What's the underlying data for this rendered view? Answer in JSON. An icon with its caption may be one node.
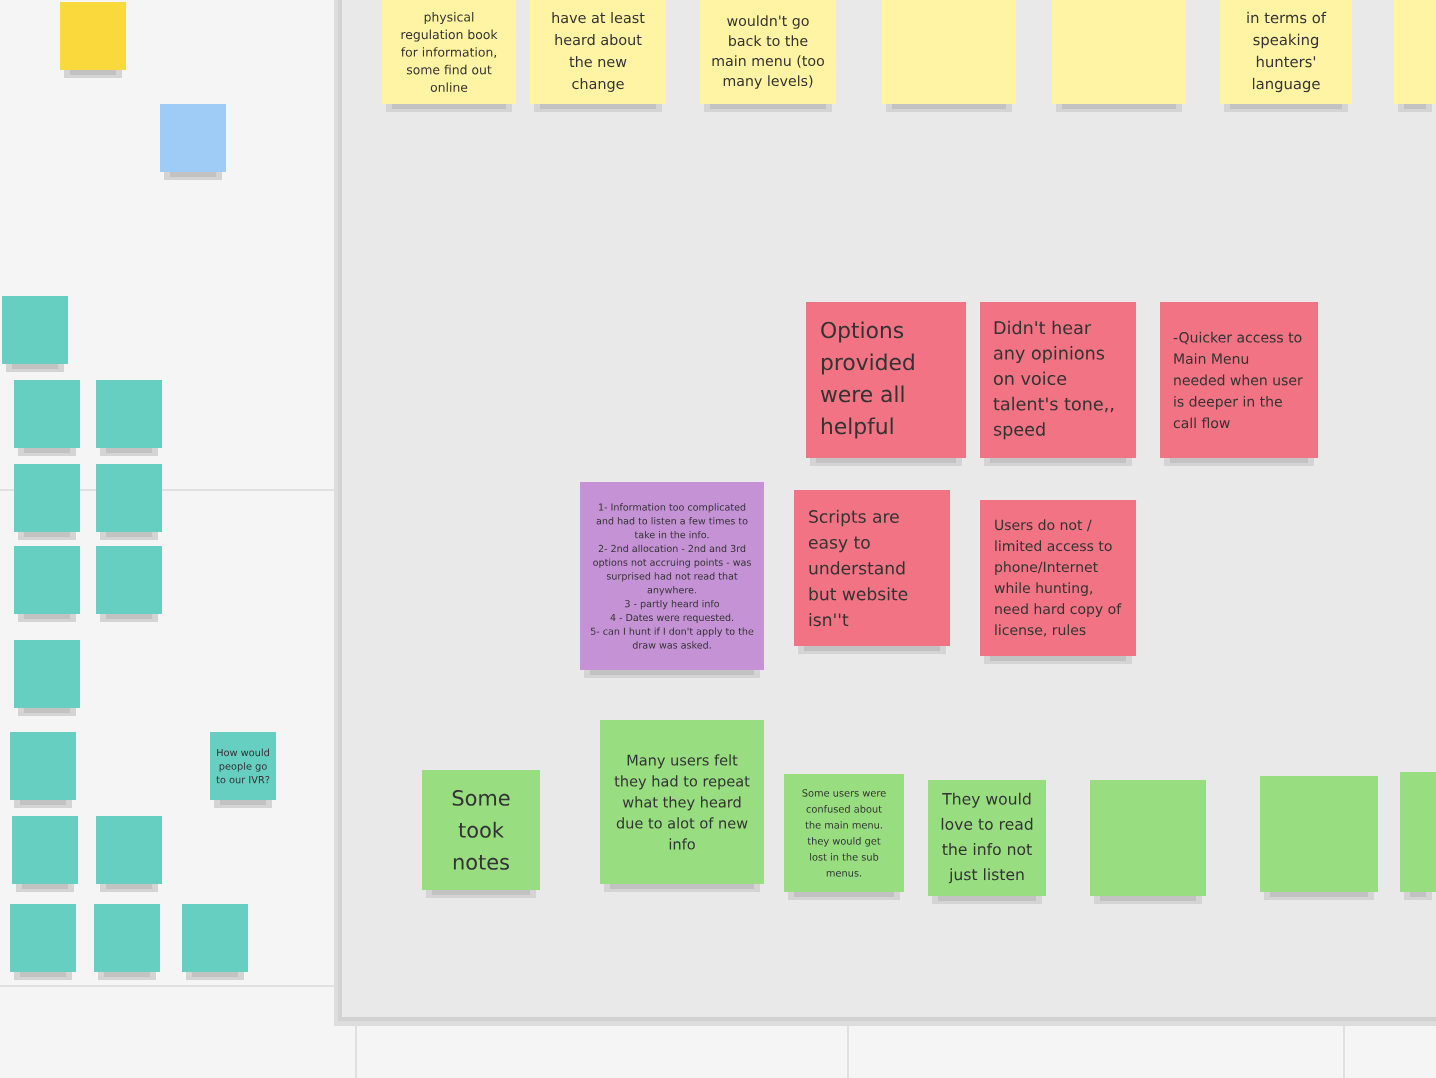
{
  "diagram": {
    "nodes": [
      {
        "text": [],
        "shape": "box"
      },
      {
        "text": [],
        "shape": "box"
      },
      {
        "text": [],
        "shape": "box"
      },
      {
        "text": [],
        "shape": "box"
      },
      {
        "text": [],
        "shape": "box"
      },
      {
        "text": [],
        "shape": "box"
      },
      {
        "text": [],
        "shape": "box"
      },
      {
        "text": [],
        "shape": "box"
      },
      {
        "text": [],
        "shape": "box"
      },
      {
        "text": [],
        "shape": "box"
      },
      {
        "text": [],
        "shape": "box"
      },
      {
        "text": [
          "How would people go to our IVR?"
        ]
      },
      {
        "text": [],
        "shape": "box"
      },
      {
        "text": [],
        "shape": "box"
      },
      {
        "text": [],
        "shape": "box"
      },
      {
        "text": [],
        "shape": "box"
      },
      {
        "text": [],
        "shape": "box"
      },
      {
        "text": [
          "physical regulation book for information, some find out online"
        ]
      },
      {
        "text": [
          "have at least heard about the new change"
        ]
      },
      {
        "text": [
          "wouldn't go back to the main menu (too many levels)"
        ]
      },
      {
        "text": [],
        "shape": "box"
      },
      {
        "text": [],
        "shape": "box"
      },
      {
        "text": [
          "in terms of speaking hunters' language"
        ]
      },
      {
        "text": [],
        "shape": "box"
      },
      {
        "text": [
          "Options provided were all helpful"
        ]
      },
      {
        "text": [
          "Didn't hear any opinions on voice talent's tone,, speed"
        ]
      },
      {
        "text": [
          "-Quicker access to Main Menu needed when user is deeper in the call flow"
        ]
      },
      {
        "text": [
          "1- Information too complicated and had to listen a few times to take in the info.",
          "2- 2nd allocation - 2nd and 3rd options not accruing points - was surprised had not read that anywhere.",
          "3 - partly heard info",
          "4 - Dates were requested.",
          "5- can I hunt if I don't apply to the draw was asked."
        ]
      },
      {
        "text": [
          "Scripts are easy to understand but website isn''t"
        ]
      },
      {
        "text": [
          "Users do not / limited access to phone/Internet while hunting, need hard copy of license, rules"
        ]
      },
      {
        "text": [
          "Many users felt they had to repeat what they heard due to alot of new info"
        ]
      },
      {
        "text": [
          "Some took notes"
        ]
      },
      {
        "text": [
          "Some users were confused about the main menu. they would get lost in the sub menus."
        ]
      },
      {
        "text": [
          "They would love to read the info not just listen"
        ]
      },
      {
        "text": [],
        "shape": "box"
      },
      {
        "text": [],
        "shape": "box"
      },
      {
        "text": [],
        "shape": "box"
      }
    ]
  }
}
